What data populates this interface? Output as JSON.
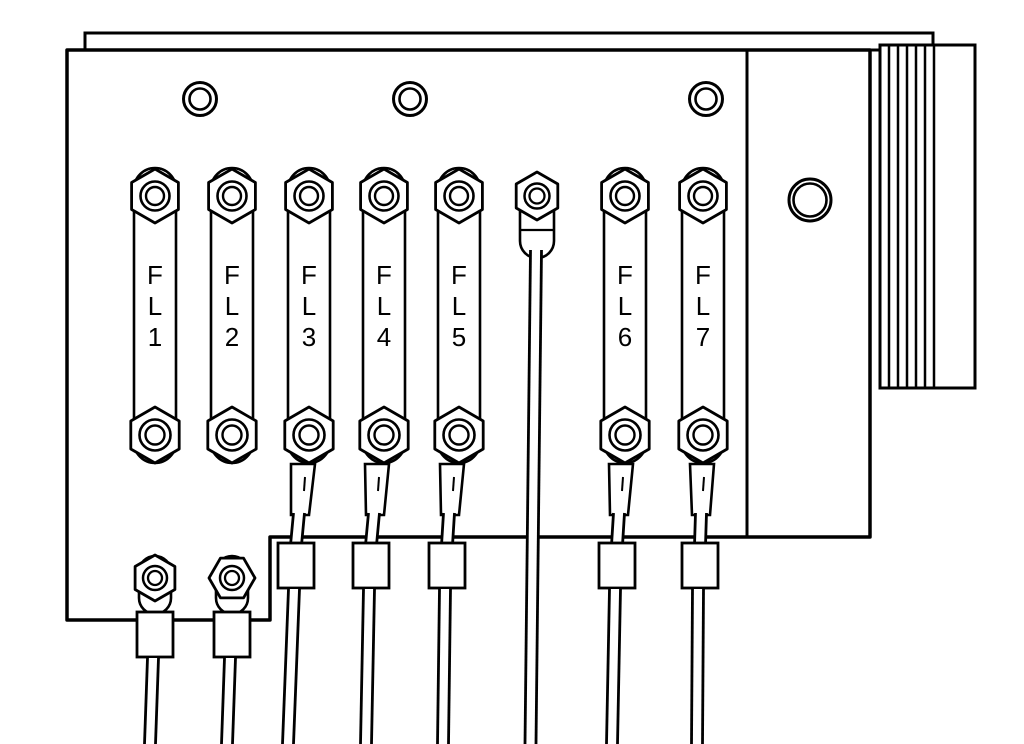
{
  "colors": {
    "line": "#000000",
    "background": "#ffffff"
  },
  "links": [
    {
      "id": "fl1",
      "label": "F\nL\n1"
    },
    {
      "id": "fl2",
      "label": "F\nL\n2"
    },
    {
      "id": "fl3",
      "label": "F\nL\n3"
    },
    {
      "id": "fl4",
      "label": "F\nL\n4"
    },
    {
      "id": "fl5",
      "label": "F\nL\n5"
    },
    {
      "id": "fl6",
      "label": "F\nL\n6"
    },
    {
      "id": "fl7",
      "label": "F\nL\n7"
    }
  ]
}
